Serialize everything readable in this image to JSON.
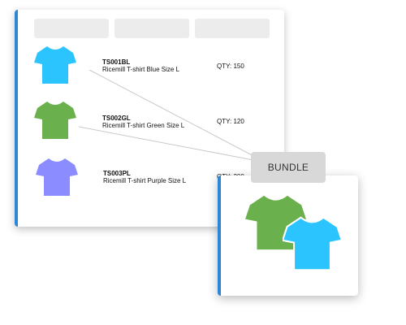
{
  "products": [
    {
      "sku": "TS001BL",
      "name": "Ricemill T-shirt Blue Size L",
      "qty": "QTY: 150",
      "color": "#2bc4ff",
      "icon": "tshirt-icon"
    },
    {
      "sku": "TS002GL",
      "name": "Ricemill T-shirt Green Size L",
      "qty": "QTY: 120",
      "color": "#6ab04c",
      "icon": "tshirt-icon"
    },
    {
      "sku": "TS003PL",
      "name": "Ricemill T-shirt Purple Size L",
      "qty": "QTY: 200",
      "color": "#8a8cff",
      "icon": "tshirt-icon"
    }
  ],
  "bundle": {
    "label": "BUNDLE",
    "shirt_colors": [
      "#6ab04c",
      "#2bc4ff"
    ]
  },
  "colors": {
    "accent": "#2f86d4",
    "header_pill": "#ececec",
    "bundle_tag": "#d8d8d8"
  }
}
